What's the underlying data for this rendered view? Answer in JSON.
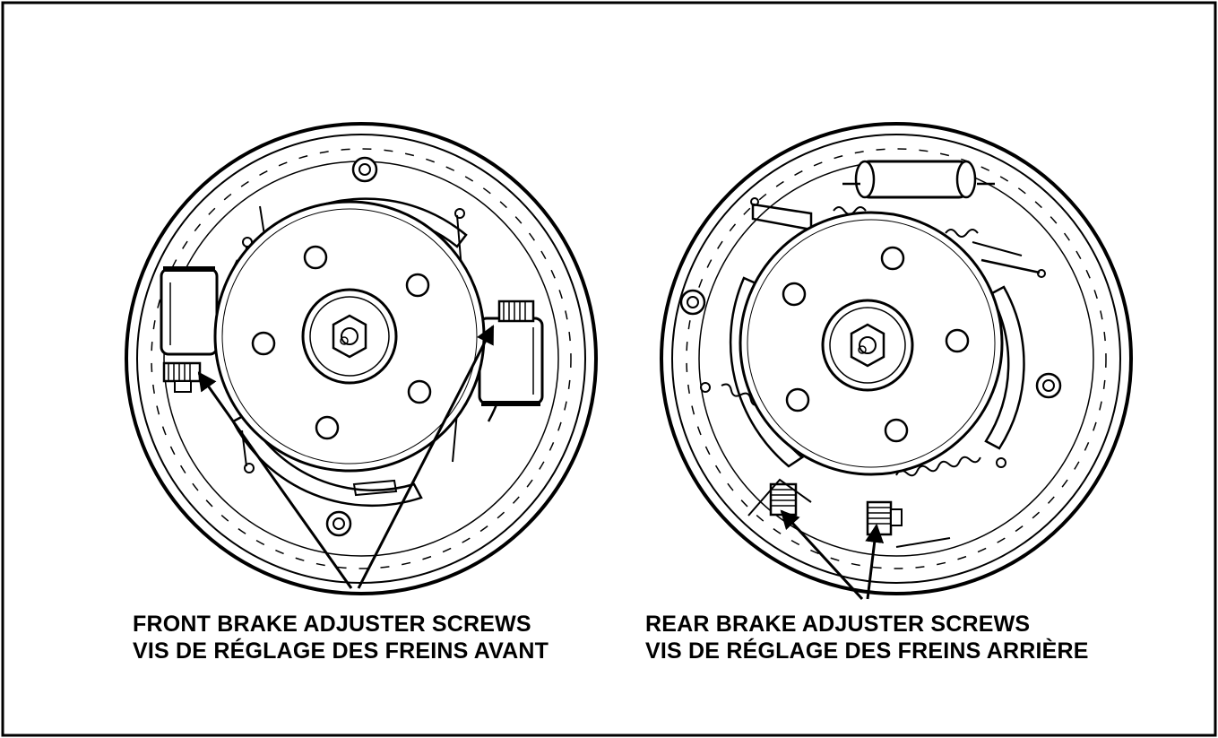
{
  "front": {
    "caption_en": "FRONT BRAKE ADJUSTER SCREWS",
    "caption_fr": "VIS DE RÉGLAGE DES FREINS AVANT"
  },
  "rear": {
    "caption_en": "REAR BRAKE ADJUSTER SCREWS",
    "caption_fr": "VIS DE RÉGLAGE DES FREINS ARRIÈRE"
  },
  "colors": {
    "ink": "#000000",
    "paper": "#ffffff",
    "shade": "#d8d8d8"
  }
}
